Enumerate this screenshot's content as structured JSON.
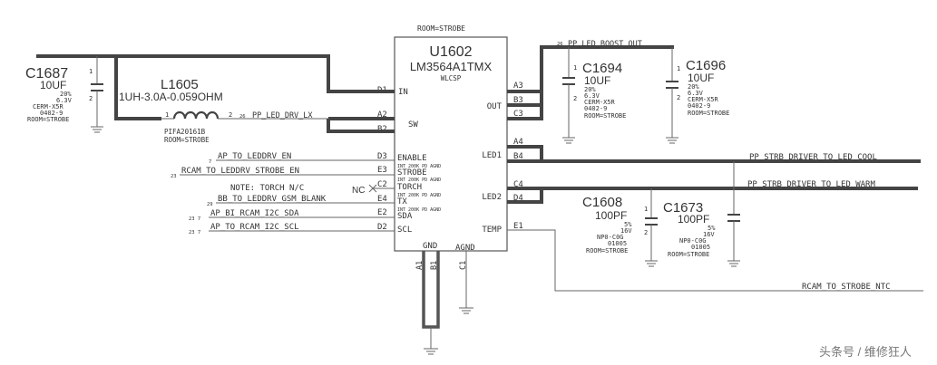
{
  "ic": {
    "top_label": "ROOM=STROBE",
    "ref": "U1602",
    "part": "LM3564A1TMX",
    "package": "WLCSP",
    "pins_left": [
      {
        "num": "D1",
        "name": "IN"
      },
      {
        "num": "A2",
        "name": "SW"
      },
      {
        "num": "B2",
        "name": ""
      },
      {
        "num": "D3",
        "name": "ENABLE"
      },
      {
        "num": "E3",
        "name": "STROBE"
      },
      {
        "num": "C2",
        "name": "TORCH"
      },
      {
        "num": "E4",
        "name": "TX"
      },
      {
        "num": "E2",
        "name": "SDA"
      },
      {
        "num": "D2",
        "name": "SCL"
      }
    ],
    "pins_right": [
      {
        "num": "A3",
        "name": ""
      },
      {
        "num": "B3",
        "name": "OUT"
      },
      {
        "num": "C3",
        "name": ""
      },
      {
        "num": "A4",
        "name": ""
      },
      {
        "num": "B4",
        "name": "LED1"
      },
      {
        "num": "C4",
        "name": ""
      },
      {
        "num": "D4",
        "name": "LED2"
      },
      {
        "num": "E1",
        "name": "TEMP"
      }
    ],
    "pulldown_note": "INT 200K PD AGND",
    "gnd_label": "GND",
    "agnd_label": "AGND",
    "bottom_pins": [
      "A1",
      "B1",
      "C1"
    ],
    "nc_label": "NC"
  },
  "note": "NOTE: TORCH N/C",
  "inductor": {
    "ref": "L1605",
    "value": "1UH-3.0A-0.059OHM",
    "part": "PIFA20161B",
    "room": "ROOM=STROBE",
    "pin1": "1",
    "pin2": "2"
  },
  "nets": {
    "led_drv_lx": "PP_LED_DRV_LX",
    "led_drv_lx_ref": "26",
    "boost_out": "PP_LED_BOOST_OUT",
    "boost_out_ref": "26",
    "enable": "AP_TO_LEDDRV_EN",
    "enable_ref": "7",
    "strobe": "RCAM_TO_LEDDRV_STROBE_EN",
    "strobe_ref": "23",
    "tx": "BB_TO_LEDDRV_GSM_BLANK",
    "tx_ref": "29",
    "sda": "AP_BI_RCAM_I2C_SDA",
    "sda_ref": "23 7",
    "scl": "AP_TO_RCAM_I2C_SCL",
    "scl_ref": "23 7",
    "cool": "PP_STRB_DRIVER_TO_LED_COOL",
    "warm": "PP_STRB_DRIVER_TO_LED_WARM",
    "ntc": "RCAM_TO_STROBE_NTC"
  },
  "capacitors": {
    "c1687": {
      "ref": "C1687",
      "value": "10UF",
      "lines": [
        "20%",
        "6.3V",
        "CERM-X5R",
        "0402-9",
        "ROOM=STROBE"
      ]
    },
    "c1694": {
      "ref": "C1694",
      "value": "10UF",
      "lines": [
        "20%",
        "6.3V",
        "CERM-X5R",
        "0402-9",
        "ROOM=STROBE"
      ]
    },
    "c1696": {
      "ref": "C1696",
      "value": "10UF",
      "lines": [
        "20%",
        "6.3V",
        "CERM-X5R",
        "0402-9",
        "ROOM=STROBE"
      ]
    },
    "c1608": {
      "ref": "C1608",
      "value": "100PF",
      "lines": [
        "5%",
        "16V",
        "NP0-C0G",
        "01005",
        "ROOM=STROBE"
      ]
    },
    "c1673": {
      "ref": "C1673",
      "value": "100PF",
      "lines": [
        "5%",
        "16V",
        "NP0-C0G",
        "01005",
        "ROOM=STROBE"
      ]
    }
  },
  "cap_pin1": "1",
  "cap_pin2": "2",
  "watermark": "头条号 / 维修狂人"
}
